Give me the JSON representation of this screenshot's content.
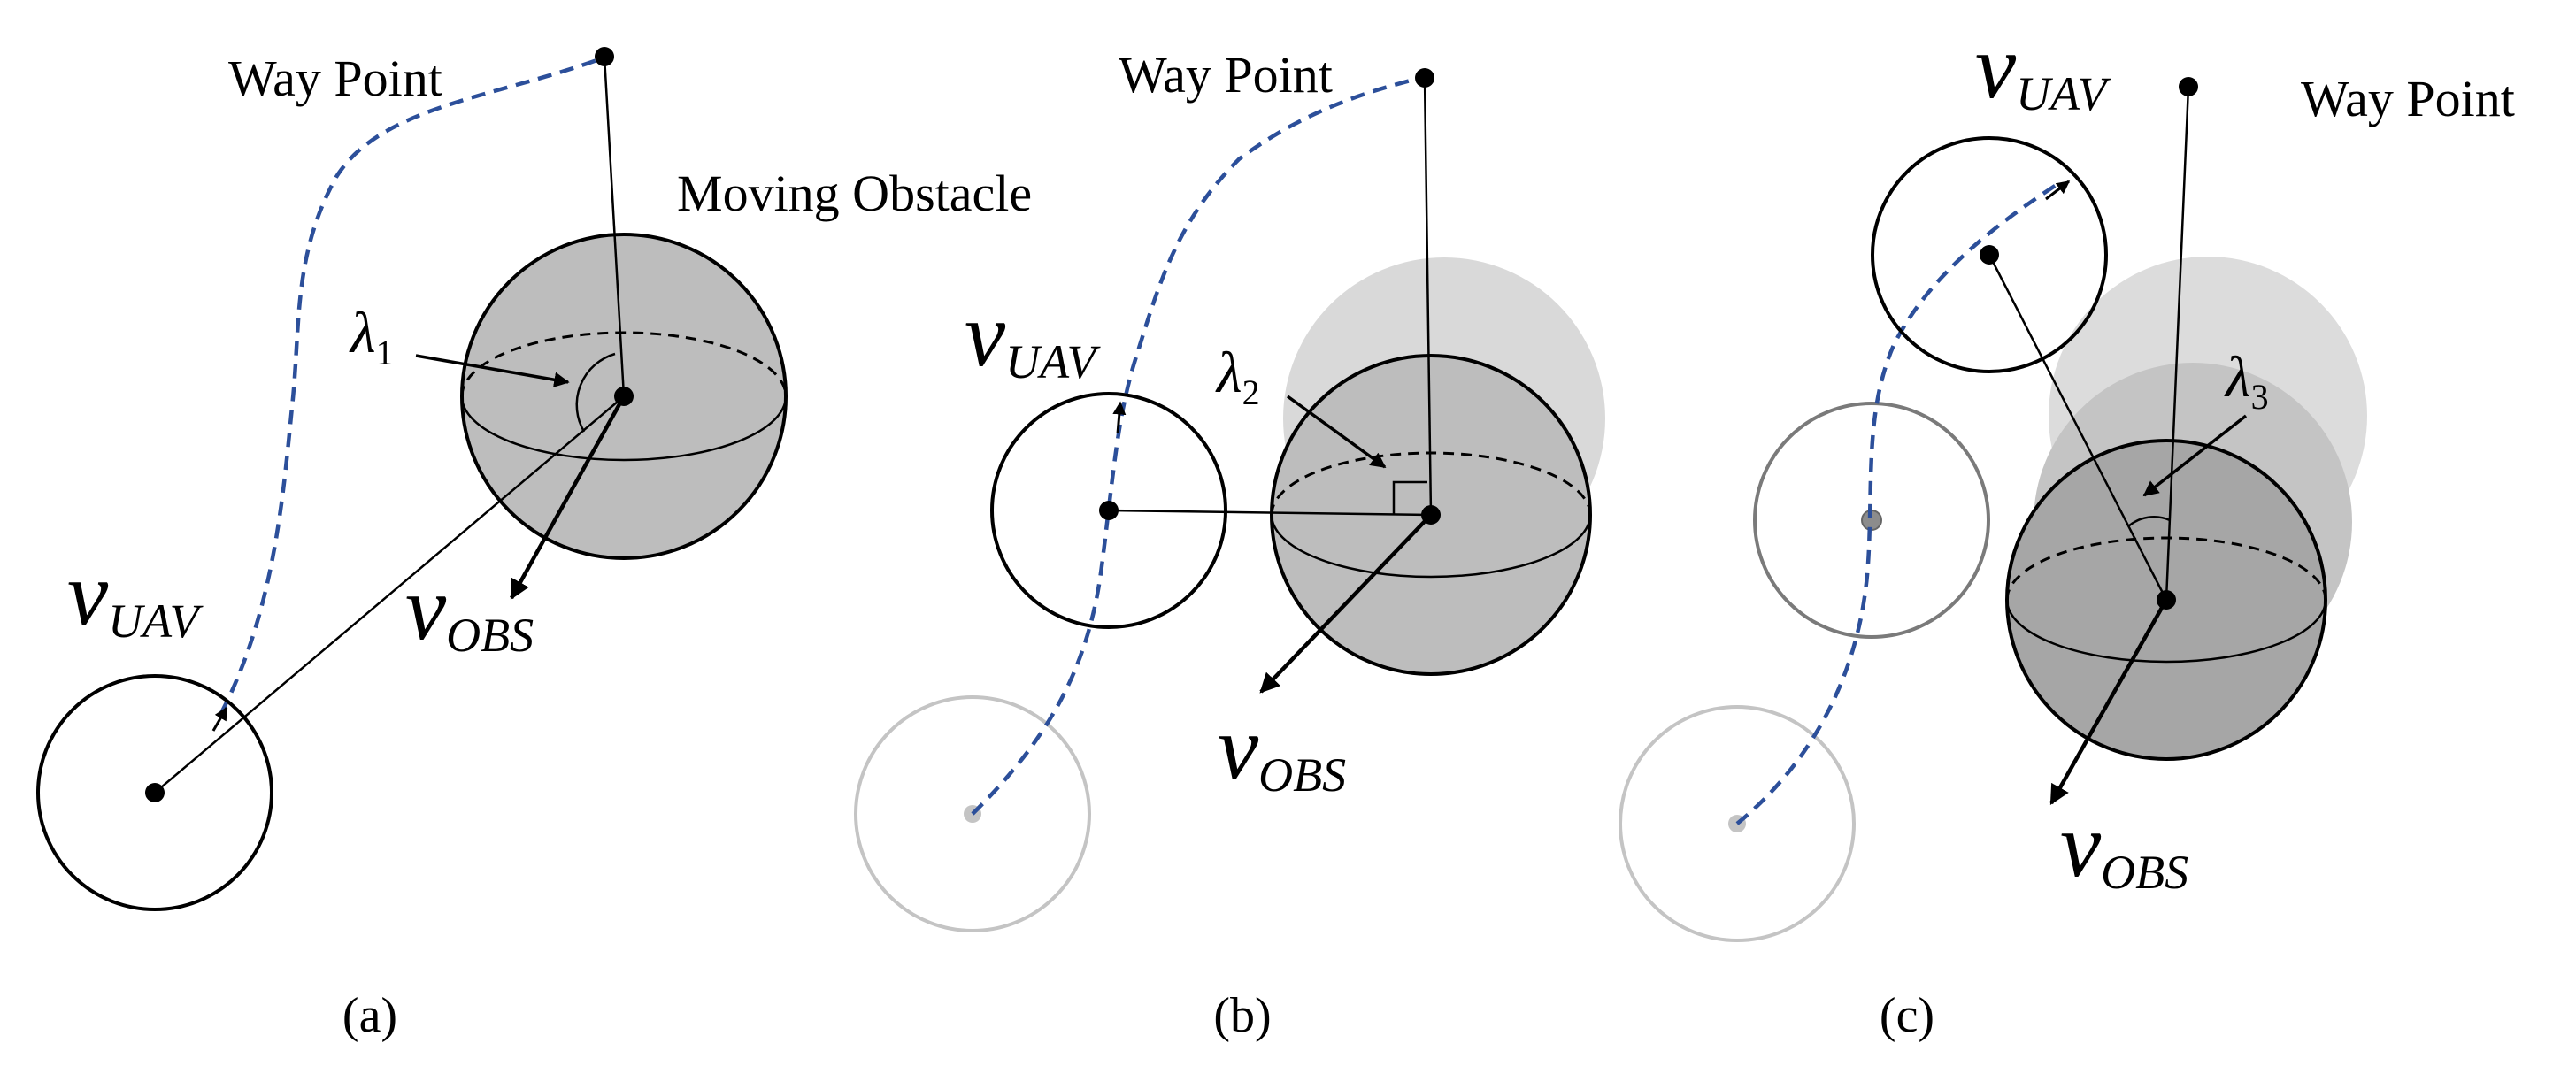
{
  "labels": {
    "way_point": "Way Point",
    "moving_obstacle": "Moving Obstacle",
    "v_symbol": "v",
    "uav_sub": "UAV",
    "obs_sub": "OBS",
    "lambda_symbol": "λ",
    "lambda1_sub": "1",
    "lambda2_sub": "2",
    "lambda3_sub": "3"
  },
  "captions": {
    "a": "(a)",
    "b": "(b)",
    "c": "(c)"
  },
  "colors": {
    "path": "#2c4f9a",
    "obstacle_fill": "#bdbdbd",
    "obstacle_fill_dark": "#a6a6a6",
    "obstacle_ghost": "#d9d9d9",
    "ghost_stroke": "#c4c4c4",
    "line": "#000000"
  }
}
